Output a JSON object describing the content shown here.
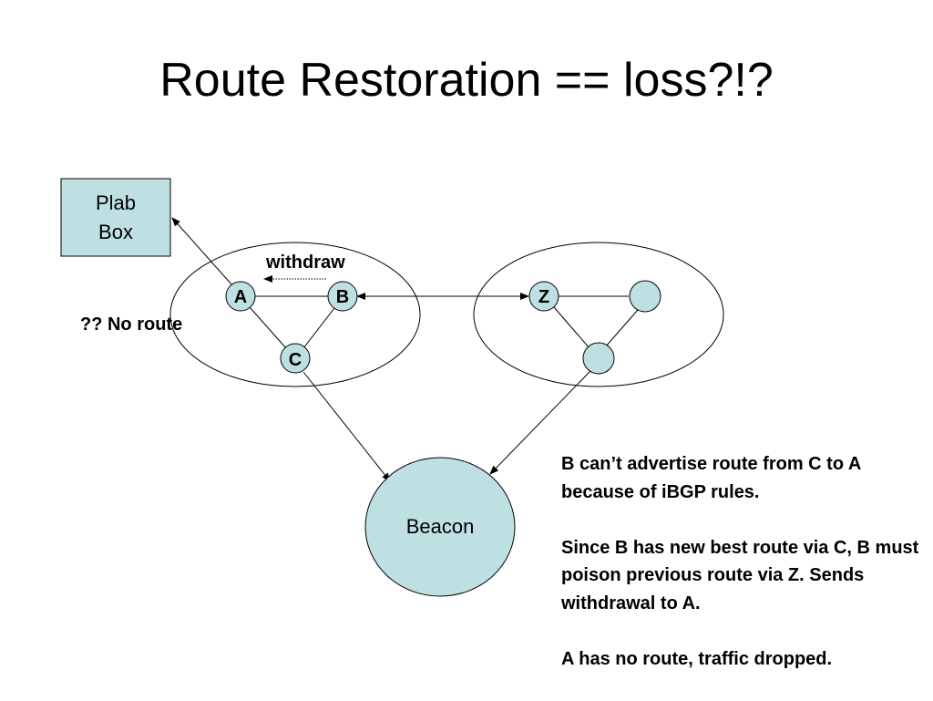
{
  "slide": {
    "title": "Route Restoration == loss?!?"
  },
  "diagram": {
    "plab_box": {
      "line1": "Plab",
      "line2": "Box"
    },
    "nodes": {
      "a": "A",
      "b": "B",
      "c": "C",
      "z": "Z"
    },
    "beacon": "Beacon",
    "withdraw_label": "withdraw",
    "no_route_label": "?? No route"
  },
  "notes": {
    "p1": "B can’t advertise route from C to A because of iBGP rules.",
    "p2": "Since B has new best route via C, B must poison previous route via Z.  Sends withdrawal to A.",
    "p3": "A has no route, traffic dropped."
  },
  "colors": {
    "node_fill": "#bfe0e3",
    "stroke": "#000000"
  }
}
